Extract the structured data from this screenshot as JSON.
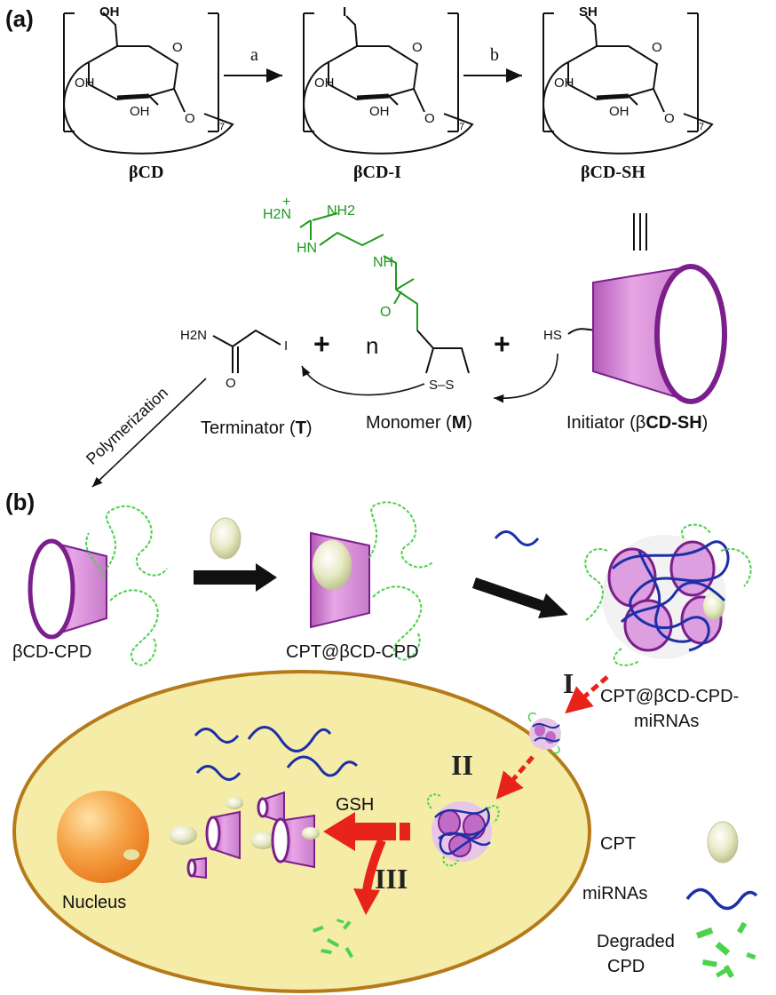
{
  "panels": {
    "a": "(a)",
    "b": "(b)"
  },
  "steps": {
    "a": "a",
    "b": "b"
  },
  "compounds": {
    "bcd": "βCD",
    "bcd_i": "βCD-I",
    "bcd_sh": "βCD-SH",
    "repeat": "7"
  },
  "chem_groups": {
    "oh": "OH",
    "i": "I",
    "sh": "SH",
    "o": "O",
    "hs": "HS",
    "h2n": "H2N",
    "nh2": "NH2",
    "h2n_plus": "+",
    "hn": "HN",
    "nh": "NH",
    "ss": "S–S",
    "n": "n",
    "plus": "+"
  },
  "roles": {
    "terminator": "Terminator (",
    "terminator_sym": "T",
    "monomer": "Monomer (",
    "monomer_sym": "M",
    "initiator": "Initiator (β",
    "initiator_sym": "CD-SH",
    "close": ")"
  },
  "polymerization": "Polymerization",
  "process_labels": {
    "bcd_cpd": "βCD-CPD",
    "cpt_bcd_cpd": "CPT@βCD-CPD",
    "complex_l1": "CPT@βCD-CPD-",
    "complex_l2": "miRNAs",
    "step_i": "I",
    "step_ii": "II",
    "step_iii": "III",
    "gsh": "GSH",
    "nucleus": "Nucleus"
  },
  "legend": [
    {
      "label": "CPT",
      "icon": "cpt-ellipse"
    },
    {
      "label": "miRNAs",
      "icon": "mirna-wave"
    },
    {
      "label": "Degraded",
      "label2": "CPD",
      "icon": "degraded-fragments"
    }
  ],
  "colors": {
    "cd_pink": "#d98ad9",
    "cd_rim": "#7a1f8c",
    "polymer_green": "#4cd24c",
    "mirna_blue": "#1c2fa8",
    "cell_fill": "#f5eca8",
    "cell_border": "#b57b1a",
    "nucleus": "#f39c3a",
    "arrow_red": "#e8231a",
    "cpt": "#dfe2b5"
  }
}
